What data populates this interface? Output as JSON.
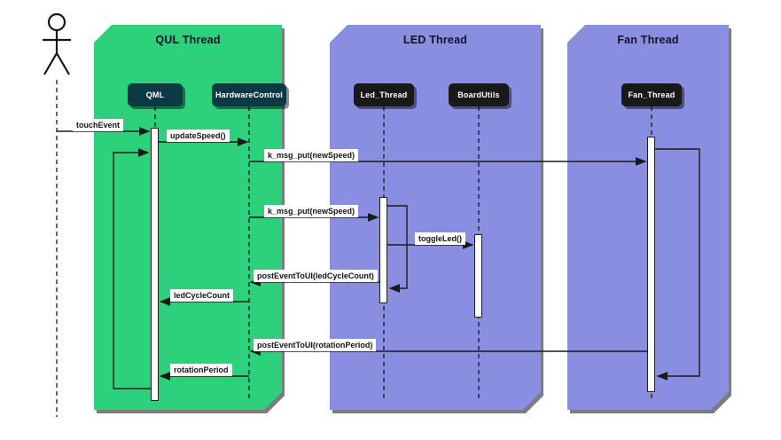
{
  "diagram": {
    "type": "uml-sequence-diagram",
    "colors": {
      "qul_fill": "#2dd07b",
      "led_fill": "#8a8ee0",
      "fan_fill": "#8a8ee0",
      "node_teal": "#0b3a46",
      "node_dark": "#191919",
      "line": "#1a1a1a",
      "label_bg": "#ffffff"
    }
  },
  "containers": [
    {
      "id": "qul",
      "label": "QUL Thread"
    },
    {
      "id": "led",
      "label": "LED Thread"
    },
    {
      "id": "fan",
      "label": "Fan Thread"
    }
  ],
  "nodes": [
    {
      "id": "qml",
      "label": "QML"
    },
    {
      "id": "hardwarecontrol",
      "label": "HardwareControl"
    },
    {
      "id": "led_thread",
      "label": "Led_Thread"
    },
    {
      "id": "boardutils",
      "label": "BoardUtils"
    },
    {
      "id": "fan_thread",
      "label": "Fan_Thread"
    }
  ],
  "actor": {
    "role": "user"
  },
  "messages": [
    {
      "label": "touchEvent",
      "from": "user",
      "to": "QML"
    },
    {
      "label": "updateSpeed()",
      "from": "QML",
      "to": "HardwareControl"
    },
    {
      "label": "k_msg_put(newSpeed)",
      "from": "HardwareControl",
      "to": "Fan_Thread"
    },
    {
      "label": "k_msg_put(newSpeed)",
      "from": "HardwareControl",
      "to": "Led_Thread"
    },
    {
      "label": "toggleLed()",
      "from": "Led_Thread",
      "to": "BoardUtils"
    },
    {
      "label": "postEventToUI(ledCycleCount)",
      "from": "Led_Thread",
      "to": "HardwareControl"
    },
    {
      "label": "ledCycleCount",
      "from": "HardwareControl",
      "to": "QML"
    },
    {
      "label": "postEventToUI(rotationPeriod)",
      "from": "Fan_Thread",
      "to": "HardwareControl"
    },
    {
      "label": "rotationPeriod",
      "from": "HardwareControl",
      "to": "QML"
    }
  ]
}
